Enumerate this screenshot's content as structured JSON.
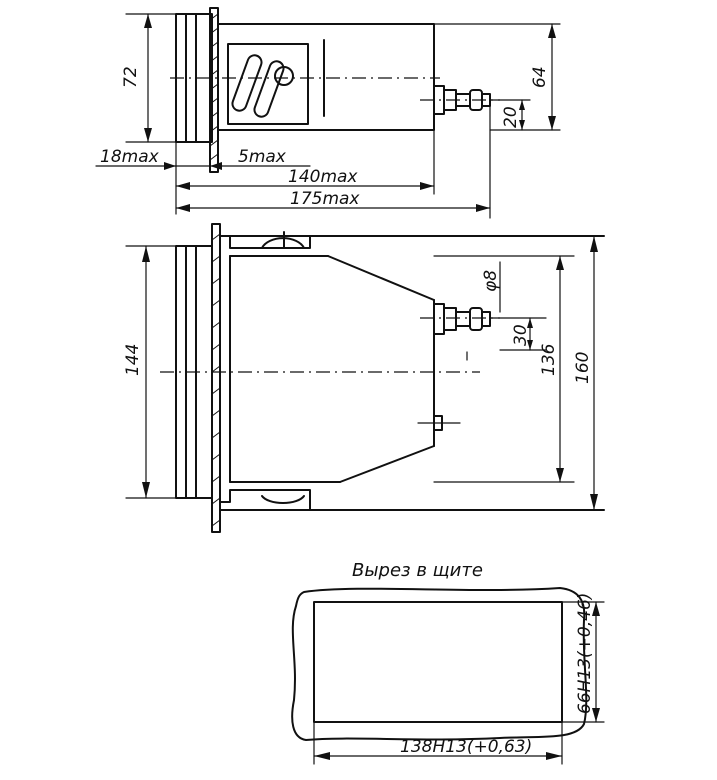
{
  "title": "Вырез в щите",
  "top_view": {
    "dim_height": "72",
    "dim_right": "64",
    "dim_small": "20",
    "dim_18": "18max",
    "dim_5": "5max",
    "dim_140": "140max",
    "dim_175": "175max"
  },
  "side_view": {
    "dim_144": "144",
    "dim_phi": "φ8",
    "dim_30": "30",
    "dim_136": "136",
    "dim_160": "160"
  },
  "cutout": {
    "dim_width": "138H13(+0,63)",
    "dim_height": "66H13(+0,46)"
  }
}
